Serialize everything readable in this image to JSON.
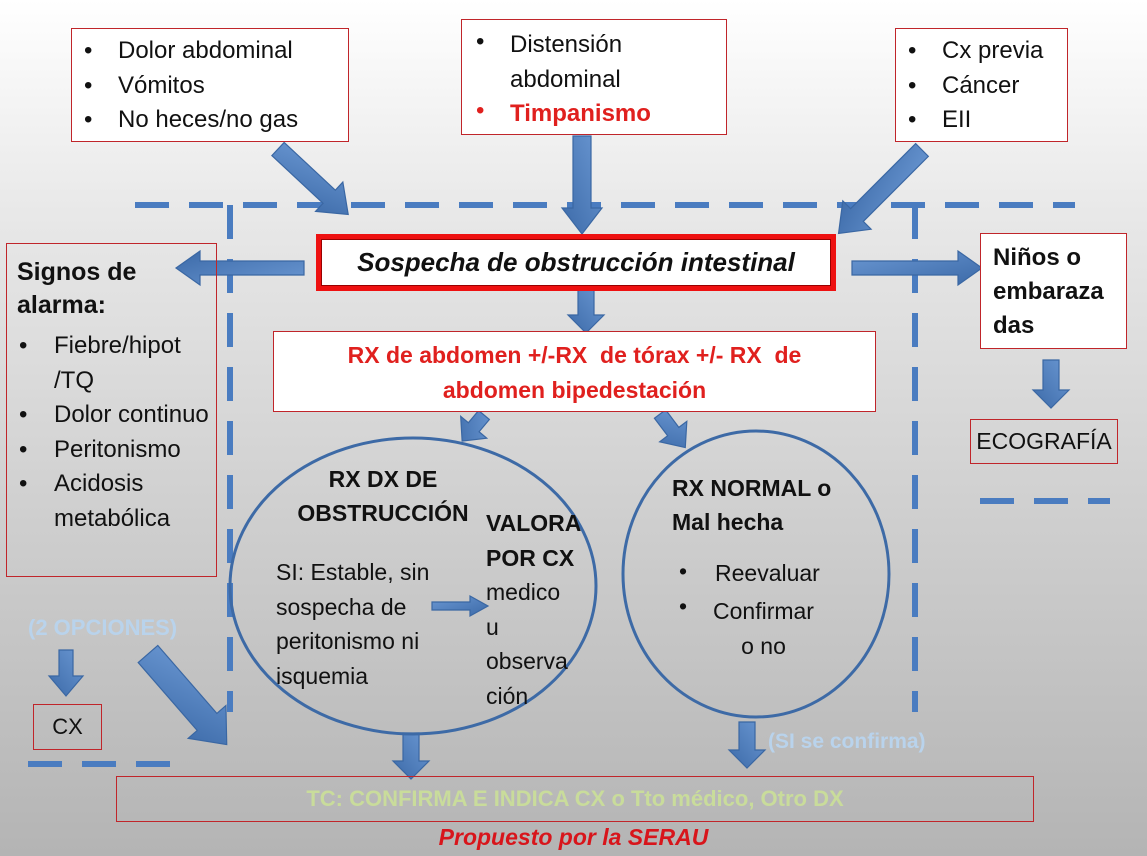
{
  "box_symptoms": [
    "Dolor abdominal",
    "Vómitos",
    "No heces/no gas"
  ],
  "box_exam": {
    "item1": "Distensión abdominal",
    "item2": "Timpanismo"
  },
  "box_history": [
    "Cx previa",
    "Cáncer",
    "EII"
  ],
  "main_box": "Sospecha de obstrucción intestinal",
  "alarm": {
    "title": "Signos de alarma:",
    "items": [
      "Fiebre/hipot /TQ",
      "Dolor continuo",
      "Peritonismo",
      "Acidosis metabólica"
    ]
  },
  "kids": {
    "label": "Niños o embarazadas",
    "line1": "Niños o",
    "line2": "embaraza",
    "line3": "das"
  },
  "eco": "ECOGRAFÍA",
  "rx_box": {
    "line1": "RX de abdomen +/-RX  de tórax +/- RX  de",
    "line2": "abdomen bipedestación"
  },
  "left_circle": {
    "title1": "RX DX DE",
    "title2": "OBSTRUCCIÓN",
    "stable_lines": [
      "SI: Estable, sin",
      "sospecha de",
      "peritonismo ni",
      "isquemia"
    ],
    "valora_lines": [
      "VALORA",
      "POR CX"
    ],
    "medico_lines": [
      "medico",
      "u",
      "observa",
      "ción"
    ]
  },
  "right_circle": {
    "title1": "RX NORMAL o",
    "title2": "Mal hecha",
    "item1": "Reevaluar",
    "item2a": "Confirmar",
    "item2b": "o no"
  },
  "two_options": "(2 OPCIONES)",
  "cx": "CX",
  "si_confirma": "(SI se confirma)",
  "tc_box": "TC: CONFIRMA E INDICA CX o Tto médico, Otro DX",
  "footer": "Propuesto por la SERAU",
  "colors": {
    "red": "#e0201e",
    "blue_arrow": "#4f7fbe",
    "dashed_blue": "#4a7cc0",
    "light_blue_text": "#b9d3ec",
    "light_green_text": "#c9dc9b"
  }
}
